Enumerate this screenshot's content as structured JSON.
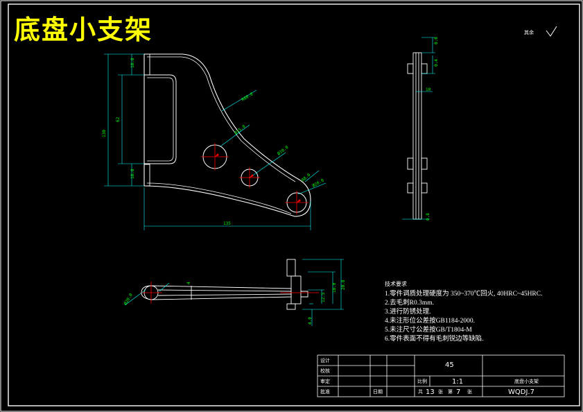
{
  "title": "底盘小支架",
  "roughness_mark": "其余",
  "dimensions": {
    "front_height": "130",
    "front_inner_height": "62",
    "front_top_offset": "18.8",
    "front_bottom_offset": "18.8",
    "front_width": "135",
    "radius_large": "R80.0",
    "hole_dia_a": "Ø15.0",
    "hole_dia_b": "Ø10.0",
    "hole_dia_c": "Ø20.0",
    "radius_end": "R8.0",
    "side_top": "0.6",
    "side_top2": "0.4",
    "side_mid": "10",
    "side_bottom": "0.8",
    "bottom_left_dia": "Ø20.0",
    "bottom_right_h1": "20.0",
    "bottom_right_h2": "18.0",
    "bottom_right_h3": "12.5",
    "bottom_right_h4": "4.0",
    "bottom_top_t": "4"
  },
  "technical_notes": {
    "heading": "技术要求",
    "items": [
      "1.零件调质处理硬度为 350~370℃回火, 40HRC~45HRC.",
      "2.去毛刺R0.3mm.",
      "3.进行防锈处理.",
      "4.未注形位公差按GB1184-2000.",
      "5.未注尺寸公差按GB/T1804-M",
      "6.零件表面不得有毛刺锐边等缺陷."
    ]
  },
  "title_block": {
    "labels": [
      "设计",
      "校核",
      "审定",
      "批准"
    ],
    "date_label": "日期",
    "material": "45",
    "scale_label": "比例",
    "scale": "1:1",
    "part_name": "底盘小支架",
    "sheet_total_label": "共",
    "sheet_total": "13",
    "sheet_label": "张",
    "sheet_no_label": "第",
    "sheet_no": "7",
    "drawing_no": "WQDJ.7"
  }
}
